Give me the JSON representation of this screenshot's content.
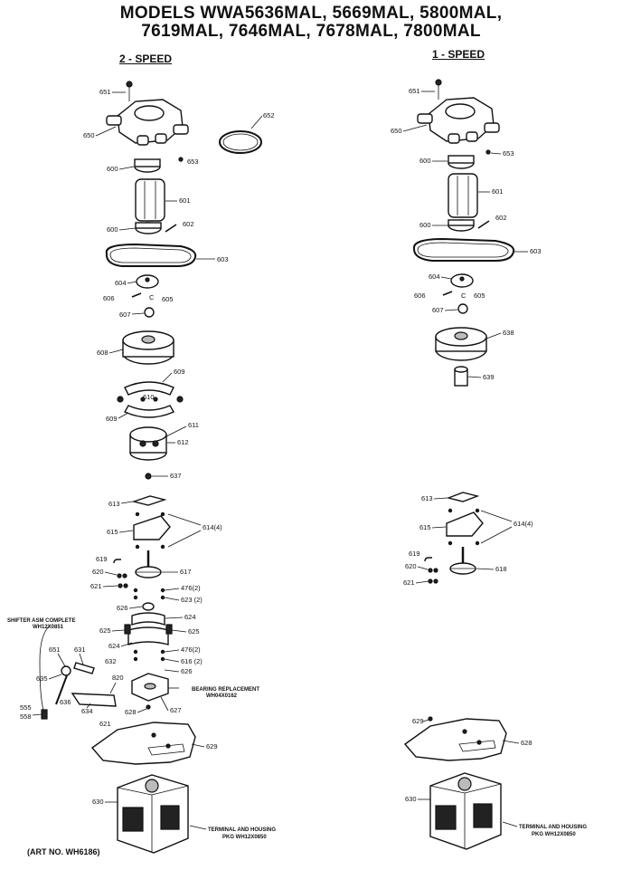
{
  "header": {
    "line1": "MODELS WWA5636MAL, 5669MAL, 5800MAL,",
    "line2": "7619MAL, 7646MAL, 7678MAL, 7800MAL"
  },
  "columns": {
    "left": "2 - SPEED",
    "right": "1 - SPEED"
  },
  "left_labels": {
    "l651": "651",
    "l650": "650",
    "l652": "652",
    "l653": "653",
    "l600a": "600",
    "l601": "601",
    "l600b": "600",
    "l602": "602",
    "l603": "603",
    "l604": "604",
    "l606": "606",
    "l605": "605",
    "l607": "607",
    "l608": "608",
    "l609": "609",
    "l610": "610",
    "l609b": "609",
    "l611": "611",
    "l612": "612",
    "l637": "637",
    "l613": "613",
    "l615": "615",
    "l614": "614(4)",
    "l619": "619",
    "l620": "620",
    "l617": "617",
    "l621": "621",
    "l476a": "476(2)",
    "l623": "623 (2)",
    "l626": "626",
    "l624": "624",
    "l625a": "625",
    "l625b": "625",
    "l624b": "624",
    "l476b": "476(2)",
    "l632": "632",
    "l616": "616 (2)",
    "l626b": "626",
    "l628": "628",
    "l627": "627",
    "l629": "629",
    "l621b": "621",
    "l630": "630",
    "l651b": "651",
    "l631": "631",
    "l635": "635",
    "l636": "636",
    "l820": "820",
    "l634": "634",
    "l555": "555",
    "l558": "558"
  },
  "right_labels": {
    "r651": "651",
    "r650": "650",
    "r653": "653",
    "r600a": "600",
    "r601": "601",
    "r600b": "600",
    "r602": "602",
    "r603": "603",
    "r604": "604",
    "r606": "606",
    "r605": "605",
    "r607": "607",
    "r638": "638",
    "r639": "639",
    "r613": "613",
    "r615": "615",
    "r614": "614(4)",
    "r619": "619",
    "r620": "620",
    "r618": "618",
    "r621": "621",
    "r629": "629",
    "r628": "628",
    "r630": "630"
  },
  "notes": {
    "shifter_line1": "SHIFTER ASM COMPLETE",
    "shifter_line2": "WH12X0851",
    "bearing_line1": "BEARING REPLACEMENT",
    "bearing_line2": "WH04X0162",
    "terminal_left_1": "TERMINAL AND HOUSING",
    "terminal_left_2": "PKG WH12X0850",
    "terminal_right_1": "TERMINAL AND HOUSING",
    "terminal_right_2": "PKG WH12X0850"
  },
  "footer": {
    "art_no": "(ART NO. WH6186)"
  }
}
